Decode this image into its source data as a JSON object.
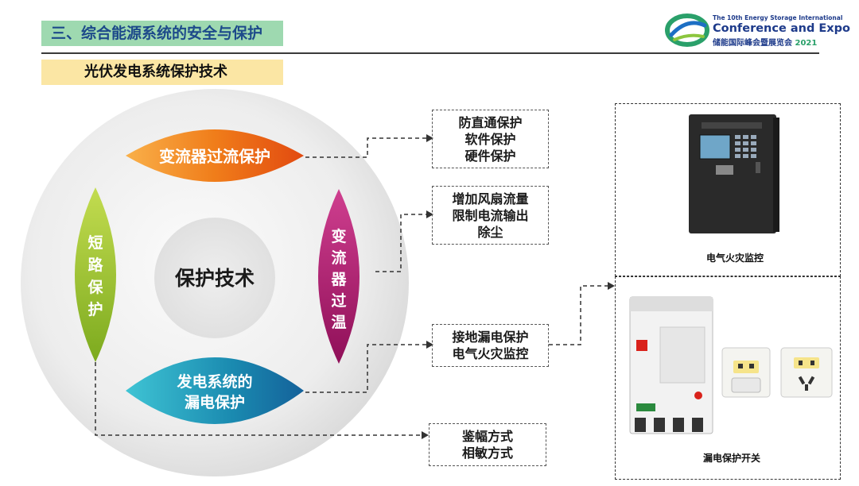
{
  "header": {
    "section_title": "三、综合能源系统的安全与保护",
    "subtitle": "光伏发电系统保护技术"
  },
  "logo": {
    "line1": "The 10th Energy Storage International",
    "line2": "Conference and Expo",
    "line3_cn": "储能国际峰会暨展览会",
    "line3_year": "2021"
  },
  "diagram": {
    "center_label": "保护技术",
    "petals": {
      "top": "变流器过流保护",
      "right_chars": [
        "变",
        "流",
        "器",
        "过",
        "温"
      ],
      "bottom_line1": "发电系统的",
      "bottom_line2": "漏电保护",
      "left_chars": [
        "短",
        "路",
        "保",
        "护"
      ]
    },
    "colors": {
      "top": "#f07d1a",
      "right": "#b8227a",
      "bottom": "#1aa6b8",
      "left": "#9cc42c"
    }
  },
  "callouts": {
    "overcurrent": [
      "防直通保护",
      "软件保护",
      "硬件保护"
    ],
    "overtemp": [
      "增加风扇流量",
      "限制电流输出",
      "除尘"
    ],
    "leakage": [
      "接地漏电保护",
      "电气火灾监控"
    ],
    "shortcircuit": [
      "鉴幅方式",
      "相敏方式"
    ]
  },
  "panels": {
    "fire_monitor_caption": "电气火灾监控",
    "leakage_switch_caption": "漏电保护开关"
  }
}
